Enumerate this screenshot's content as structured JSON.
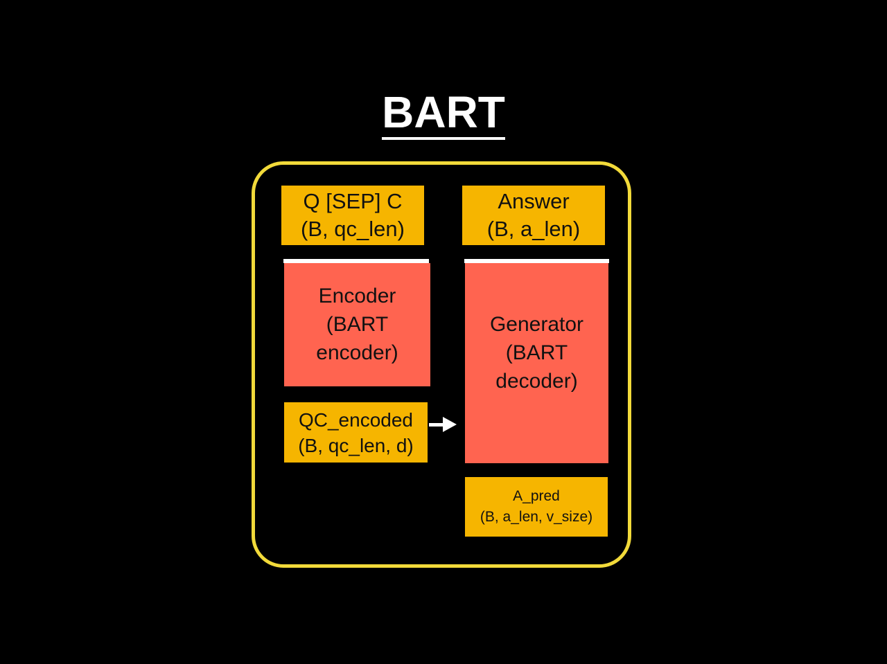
{
  "title": "BART",
  "input_qc": {
    "line1": "Q [SEP] C",
    "line2": "(B, qc_len)"
  },
  "input_answer": {
    "line1": "Answer",
    "line2": "(B, a_len)"
  },
  "encoder": {
    "line1": "Encoder",
    "line2": "(BART",
    "line3": "encoder)"
  },
  "generator": {
    "line1": "Generator",
    "line2": "(BART",
    "line3": "decoder)"
  },
  "qc_encoded": {
    "line1": "QC_encoded",
    "line2": "(B, qc_len, d)"
  },
  "a_pred": {
    "line1": "A_pred",
    "line2": "(B, a_len, v_size)"
  },
  "colors": {
    "background": "#000000",
    "frame": "#f2da3a",
    "yellow_box": "#f6b500",
    "red_box": "#ff6450",
    "text_light": "#ffffff",
    "text_dark": "#111111"
  }
}
